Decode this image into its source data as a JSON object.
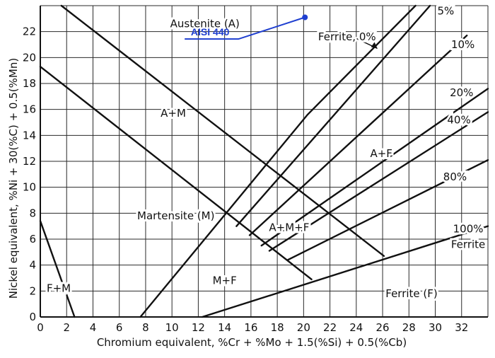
{
  "chart_data": {
    "type": "line",
    "title": "",
    "xlabel": "Chromium equivalent, %Cr + %Mo + 1.5(%Si) + 0.5(%Cb)",
    "ylabel": "Nickel equivalent, %Ni + 30(%C) + 0.5(%Mn)",
    "xlim": [
      0,
      34
    ],
    "ylim": [
      0,
      24
    ],
    "x_ticks": [
      0,
      2,
      4,
      6,
      8,
      10,
      12,
      14,
      16,
      18,
      20,
      22,
      24,
      26,
      28,
      30,
      32
    ],
    "y_ticks": [
      0,
      2,
      4,
      6,
      8,
      10,
      12,
      14,
      16,
      18,
      20,
      22
    ],
    "grid": true,
    "regions": [
      {
        "label": "Austenite (A)",
        "x": 12.5,
        "y": 22.6
      },
      {
        "label": "A+M",
        "x": 10.1,
        "y": 15.7
      },
      {
        "label": "Martensite (M)",
        "x": 10.3,
        "y": 7.8
      },
      {
        "label": "A+M+F",
        "x": 18.9,
        "y": 6.9
      },
      {
        "label": "A+F",
        "x": 25.9,
        "y": 12.6
      },
      {
        "label": "M+F",
        "x": 14.0,
        "y": 2.8
      },
      {
        "label": "F+M",
        "x": 1.4,
        "y": 2.2
      },
      {
        "label": "Ferrite (F)",
        "x": 28.2,
        "y": 1.8
      }
    ],
    "series": [
      {
        "name": "Ferrite, 0%",
        "values": [
          [
            7.6,
            0
          ],
          [
            20.3,
            15.6
          ],
          [
            28.5,
            24
          ]
        ]
      },
      {
        "name": "5%",
        "values": [
          [
            14.9,
            7.0
          ],
          [
            29.6,
            24
          ]
        ]
      },
      {
        "name": "10%",
        "values": [
          [
            15.9,
            6.3
          ],
          [
            32.4,
            21.7
          ]
        ]
      },
      {
        "name": "20%",
        "values": [
          [
            16.8,
            5.5
          ],
          [
            34,
            17.6
          ]
        ]
      },
      {
        "name": "40%",
        "values": [
          [
            17.4,
            5.1
          ],
          [
            34,
            15.8
          ]
        ]
      },
      {
        "name": "80%",
        "values": [
          [
            18.8,
            4.4
          ],
          [
            34,
            12.1
          ]
        ]
      },
      {
        "name": "100% Ferrite",
        "values": [
          [
            12.3,
            0
          ],
          [
            34,
            7.0
          ]
        ]
      }
    ],
    "phase_boundaries": [
      {
        "values": [
          [
            1.6,
            24
          ],
          [
            26.1,
            4.7
          ]
        ]
      },
      {
        "values": [
          [
            0,
            19.3
          ],
          [
            20.6,
            2.9
          ]
        ]
      },
      {
        "values": [
          [
            0,
            7.4
          ],
          [
            2.6,
            0
          ]
        ]
      }
    ],
    "isoferrite_labels": [
      {
        "label": "Ferrite, 0%",
        "x": 23.3,
        "y": 21.6
      },
      {
        "label": "5%",
        "x": 30.8,
        "y": 23.6
      },
      {
        "label": "10%",
        "x": 32.1,
        "y": 21.0
      },
      {
        "label": "20%",
        "x": 32.0,
        "y": 17.3
      },
      {
        "label": "40%",
        "x": 31.8,
        "y": 15.2
      },
      {
        "label": "80%",
        "x": 31.5,
        "y": 10.8
      },
      {
        "label": "100%",
        "x": 32.5,
        "y": 6.8
      },
      {
        "label": "Ferrite",
        "x": 32.5,
        "y": 5.6
      }
    ],
    "highlight": {
      "label": "AISI 440",
      "color": "#1f3fd0",
      "point": {
        "x": 20.1,
        "y": 23.1
      },
      "label_pos": {
        "x": 12.9,
        "y": 21.7
      }
    }
  }
}
